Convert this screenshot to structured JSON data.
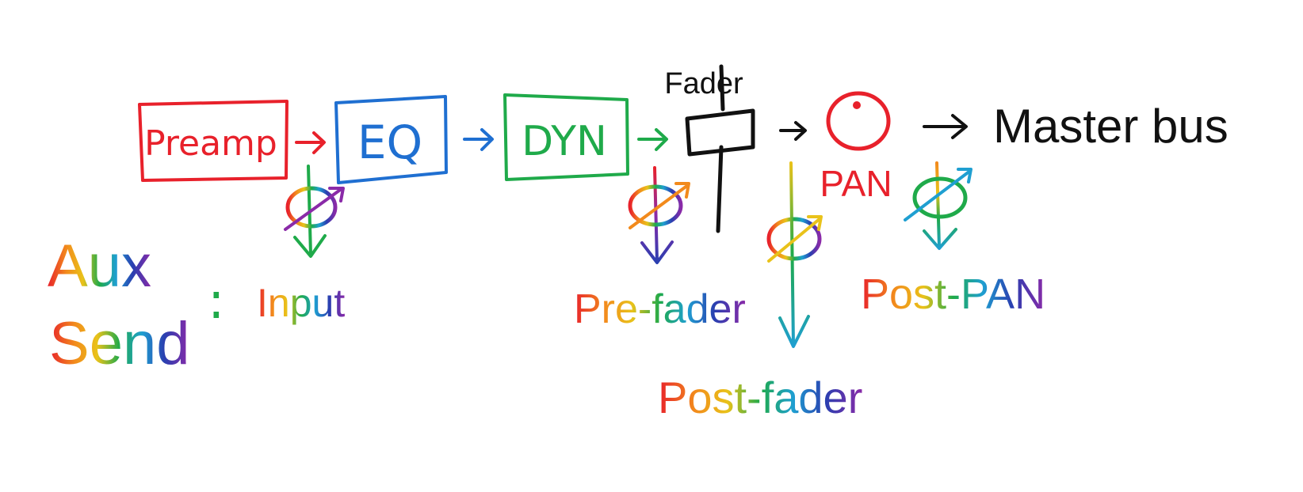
{
  "blocks": {
    "preamp": {
      "label": "Preamp",
      "color": "#e8212b"
    },
    "eq": {
      "label": "EQ",
      "color": "#1f6fd1"
    },
    "dyn": {
      "label": "DYN",
      "color": "#1faa4a"
    }
  },
  "fader": {
    "label": "Fader",
    "color": "#111111"
  },
  "pan": {
    "label": "PAN",
    "color": "#e8212b"
  },
  "output": {
    "label": "Master bus",
    "color": "#111111"
  },
  "aux": {
    "title_line1": "Aux",
    "title_line2": "Send",
    "colon": ":"
  },
  "taps": {
    "input": "Input",
    "pre_fader": "Pre-fader",
    "post_fader": "Post-fader",
    "post_pan": "Post-PAN"
  },
  "colors": {
    "arrow_preamp_eq": "#e8212b",
    "arrow_eq_dyn": "#1f6fd1",
    "arrow_dyn_fader": "#1faa4a",
    "arrow_black": "#111111",
    "rainbow": [
      "#e8212b",
      "#f28a1c",
      "#e9c21a",
      "#1faa4a",
      "#1f9fd1",
      "#2a3fb0",
      "#8a2aa8"
    ]
  }
}
